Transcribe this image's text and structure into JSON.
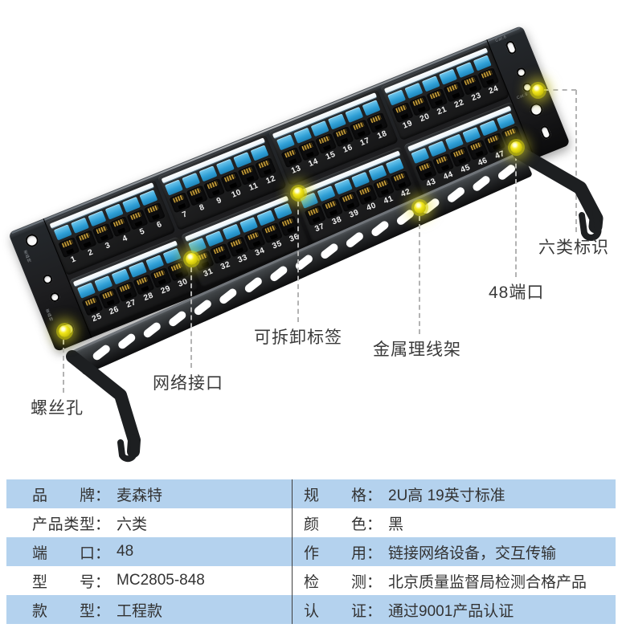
{
  "panel": {
    "ear_marks": {
      "brand": "麦森特",
      "cat_top": "Cat.6",
      "cat_side": "Cat.6"
    },
    "port_rows": [
      [
        [
          1,
          2,
          3,
          4,
          5,
          6
        ],
        [
          7,
          8,
          9,
          10,
          11,
          12
        ],
        [
          13,
          14,
          15,
          16,
          17,
          18
        ],
        [
          19,
          20,
          21,
          22,
          23,
          24
        ]
      ],
      [
        [
          25,
          26,
          27,
          28,
          29,
          30
        ],
        [
          31,
          32,
          33,
          34,
          35,
          36
        ],
        [
          37,
          38,
          39,
          40,
          41,
          42
        ],
        [
          43,
          44,
          45,
          46,
          47,
          48
        ]
      ]
    ],
    "colors": {
      "port_tab_blue": "#2f9fd6",
      "label_strip": "#f4f7f9",
      "panel_black": "#1d1d1f"
    }
  },
  "rail": {
    "slots": 17
  },
  "highlight": {
    "dot_color": "#f3e81c"
  },
  "callouts": [
    {
      "id": "cat6-mark",
      "label": "六类标识"
    },
    {
      "id": "port-48",
      "label": "48端口"
    },
    {
      "id": "removable-label",
      "label": "可拆卸标签"
    },
    {
      "id": "cable-manager",
      "label": "金属理线架"
    },
    {
      "id": "network-port",
      "label": "网络接口"
    },
    {
      "id": "screw-hole",
      "label": "螺丝孔"
    }
  ],
  "spec_table": {
    "colon": "：",
    "rows": [
      {
        "left": {
          "key": "品牌",
          "value": "麦森特"
        },
        "right": {
          "key": "规格",
          "value": "2U高 19英寸标准"
        }
      },
      {
        "left": {
          "key": "产品类型",
          "value": "六类"
        },
        "right": {
          "key": "颜色",
          "value": "黑"
        }
      },
      {
        "left": {
          "key": "端口",
          "value": "48"
        },
        "right": {
          "key": "作用",
          "value": "链接网络设备，交互传输"
        }
      },
      {
        "left": {
          "key": "型号",
          "value": "MC2805-848"
        },
        "right": {
          "key": "检测",
          "value": "北京质量监督局检测合格产品"
        }
      },
      {
        "left": {
          "key": "款型",
          "value": "工程款"
        },
        "right": {
          "key": "认证",
          "value": "通过9001产品认证"
        }
      }
    ],
    "colors": {
      "row_blue": "#b4d2ee",
      "row_white": "#ffffff",
      "text": "#333333",
      "divider": "#3f3f3f"
    }
  }
}
